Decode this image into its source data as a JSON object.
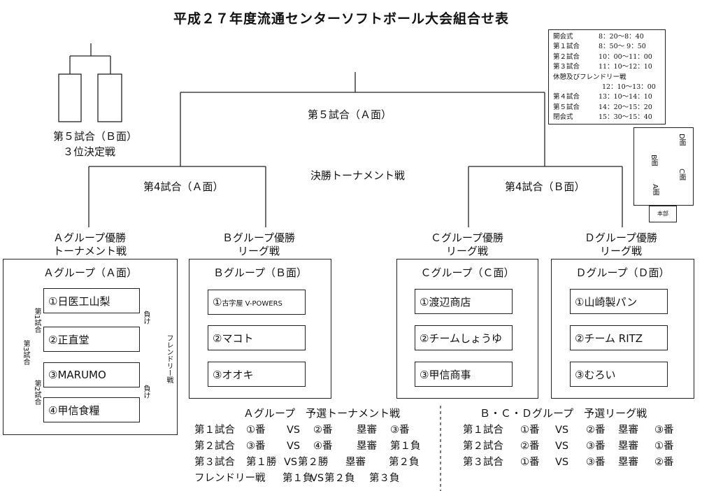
{
  "page": {
    "title": "平成２７年度流通センターソフトボール大会組合せ表"
  },
  "schedule": {
    "rows": [
      {
        "label": "開会式",
        "time": "8：20～8：40"
      },
      {
        "label": "第１試合",
        "time": "8：50～ 9：50"
      },
      {
        "label": "第２試合",
        "time": "10：00～11：00"
      },
      {
        "label": "第３試合",
        "time": "11：10～12：10"
      },
      {
        "label": "休憩及びフレンドリー戦",
        "time": ""
      },
      {
        "label": "",
        "time": "12：10～13：00"
      },
      {
        "label": "第４試合",
        "time": "13：10～14：10"
      },
      {
        "label": "第５試合",
        "time": "14：20～15：20"
      },
      {
        "label": "閉会式",
        "time": "15：30～15：40"
      }
    ]
  },
  "field_map": {
    "d_face": "D面",
    "b_face": "B面",
    "c_face": "C面",
    "a_face": "A面",
    "hq": "本部"
  },
  "bracket": {
    "third_place_game": "第５試合（Ｂ面）",
    "third_place_label": "３位決定戦",
    "final_game": "第５試合（Ａ面）",
    "final_tournament": "決勝トーナメント戦",
    "semi_left": "第4試合（Ａ面）",
    "semi_right": "第4試合（Ｂ面）"
  },
  "group_winners": {
    "a": [
      "Ａグループ優勝",
      "トーナメント戦"
    ],
    "b": [
      "Ｂグループ優勝",
      "リーグ戦"
    ],
    "c": [
      "Ｃグループ優勝",
      "リーグ戦"
    ],
    "d": [
      "Ｄグループ優勝",
      "リーグ戦"
    ]
  },
  "groups": {
    "a": {
      "title": "Ａグループ（Ａ面）",
      "teams": [
        "①日医工山梨",
        "②正直堂",
        "③MARUMO",
        "④甲信食糧"
      ]
    },
    "b": {
      "title": "Ｂグループ（Ｂ面）",
      "teams": [
        "①",
        "古字屋 V-POWERS",
        "②マコト",
        "③オオキ"
      ]
    },
    "c": {
      "title": "Ｃグループ（Ｃ面）",
      "teams": [
        "①渡辺商店",
        "②チームしょうゆ",
        "③甲信商事"
      ]
    },
    "d": {
      "title": "Ｄグループ（Ｄ面）",
      "teams": [
        "①山崎製パン",
        "②チーム RITZ",
        "③むろい"
      ]
    }
  },
  "group_a_bracket": {
    "game1": "第1試合",
    "game2": "第2試合",
    "game3": "第3試合",
    "loser_top": "負け",
    "loser_bottom": "負け",
    "friendly": "フレンドリー戦"
  },
  "matches_a": {
    "title": "Ａグループ　予選トーナメント戦",
    "rows": [
      [
        "第１試合",
        "①番",
        "VS",
        "②番",
        "塁審",
        "③番"
      ],
      [
        "第２試合",
        "③番",
        "VS",
        "④番",
        "塁審",
        "第１負"
      ],
      [
        "第３試合",
        "第１勝",
        "VS",
        "第２勝",
        "塁審",
        "第２負"
      ],
      [
        "フレンドリー戦",
        "第１負",
        "VS",
        "第２負",
        "",
        "第３負"
      ]
    ]
  },
  "matches_bcd": {
    "title": "Ｂ・Ｃ・Ｄグループ　予選リーグ戦",
    "rows": [
      [
        "第１試合",
        "①番",
        "VS",
        "②番",
        "塁審",
        "③番"
      ],
      [
        "第２試合",
        "②番",
        "VS",
        "③番",
        "塁審",
        "①番"
      ],
      [
        "第３試合",
        "①番",
        "VS",
        "③番",
        "塁審",
        "②番"
      ]
    ]
  }
}
